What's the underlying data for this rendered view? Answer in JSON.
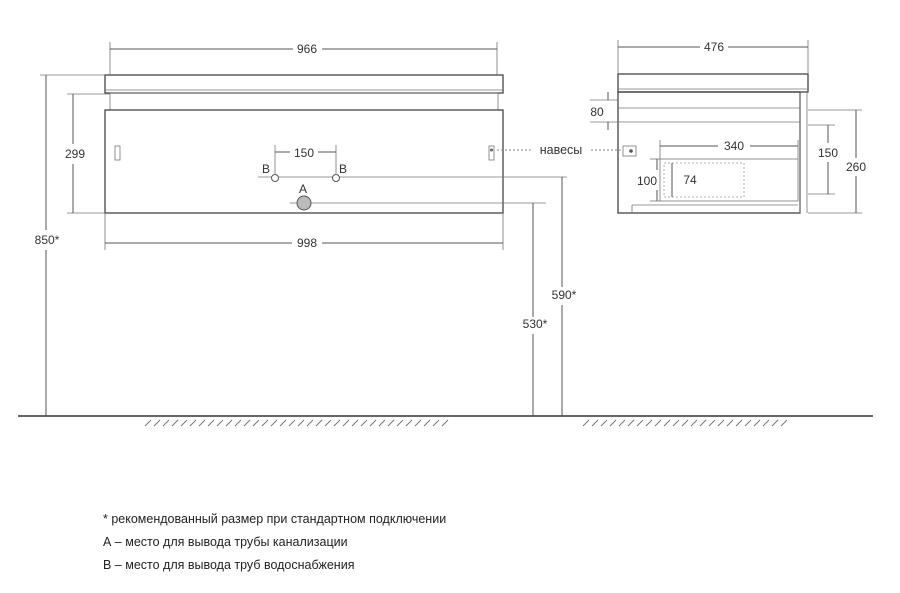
{
  "front_view": {
    "width_top": "966",
    "width_bottom": "998",
    "height_body": "299",
    "height_total": "850*",
    "pipe_spacing": "150",
    "label_b_left": "B",
    "label_b_right": "B",
    "label_a": "A",
    "height_590": "590*",
    "height_530": "530*"
  },
  "side_view": {
    "depth": "476",
    "height_80": "80",
    "width_340": "340",
    "height_150": "150",
    "height_260": "260",
    "height_100": "100",
    "height_74": "74",
    "hinges_label": "навесы"
  },
  "legend": {
    "line1": "* рекомендованный размер при стандартном подключении",
    "line2": "А – место для вывода трубы канализации",
    "line3": "В – место для вывода труб водоснабжения"
  }
}
